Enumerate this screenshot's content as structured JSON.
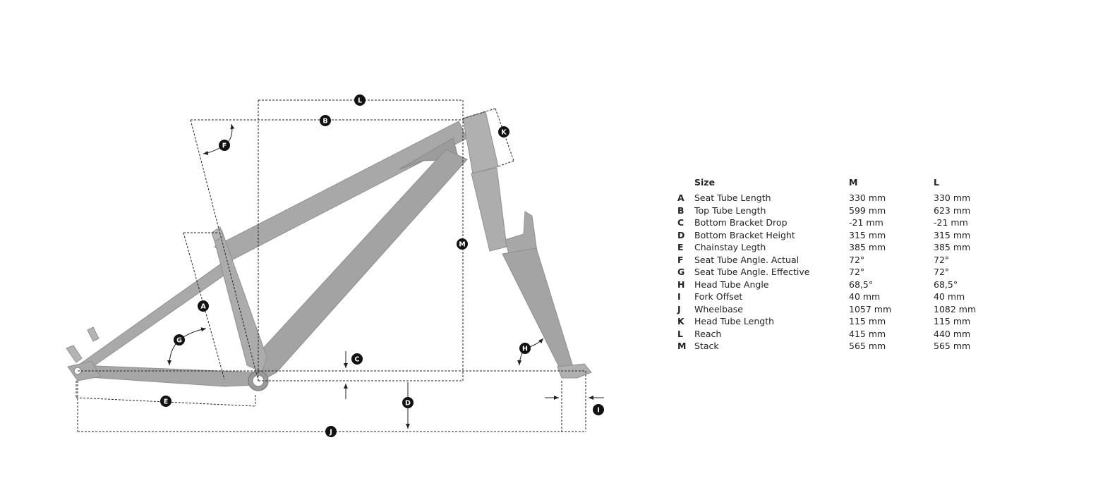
{
  "diagram": {
    "badges": [
      "A",
      "B",
      "C",
      "D",
      "E",
      "F",
      "G",
      "H",
      "I",
      "J",
      "K",
      "L",
      "M"
    ],
    "colors": {
      "frame": "#a6a6a6",
      "frame_shade": "#8c8c8c",
      "dim": "#222222",
      "badge": "#111111"
    }
  },
  "table": {
    "headers": {
      "size": "Size",
      "m": "M",
      "l": "L"
    },
    "rows": [
      {
        "letter": "A",
        "name": "Seat Tube Length",
        "m": "330 mm",
        "l": "330 mm"
      },
      {
        "letter": "B",
        "name": "Top Tube Length",
        "m": "599 mm",
        "l": "623 mm"
      },
      {
        "letter": "C",
        "name": "Bottom Bracket Drop",
        "m": "-21 mm",
        "l": "-21 mm"
      },
      {
        "letter": "D",
        "name": "Bottom Bracket Height",
        "m": "315 mm",
        "l": "315 mm"
      },
      {
        "letter": "E",
        "name": "Chainstay Legth",
        "m": "385 mm",
        "l": "385 mm"
      },
      {
        "letter": "F",
        "name": "Seat Tube Angle. Actual",
        "m": "72°",
        "l": "72°"
      },
      {
        "letter": "G",
        "name": "Seat Tube Angle. Effective",
        "m": "72°",
        "l": "72°"
      },
      {
        "letter": "H",
        "name": "Head Tube Angle",
        "m": "68,5°",
        "l": "68,5°"
      },
      {
        "letter": "I",
        "name": "Fork Offset",
        "m": "40 mm",
        "l": "40 mm"
      },
      {
        "letter": "J",
        "name": "Wheelbase",
        "m": "1057 mm",
        "l": "1082 mm"
      },
      {
        "letter": "K",
        "name": "Head Tube Length",
        "m": "115 mm",
        "l": "115 mm"
      },
      {
        "letter": "L",
        "name": "Reach",
        "m": "415 mm",
        "l": "440 mm"
      },
      {
        "letter": "M",
        "name": "Stack",
        "m": "565 mm",
        "l": "565 mm"
      }
    ]
  }
}
